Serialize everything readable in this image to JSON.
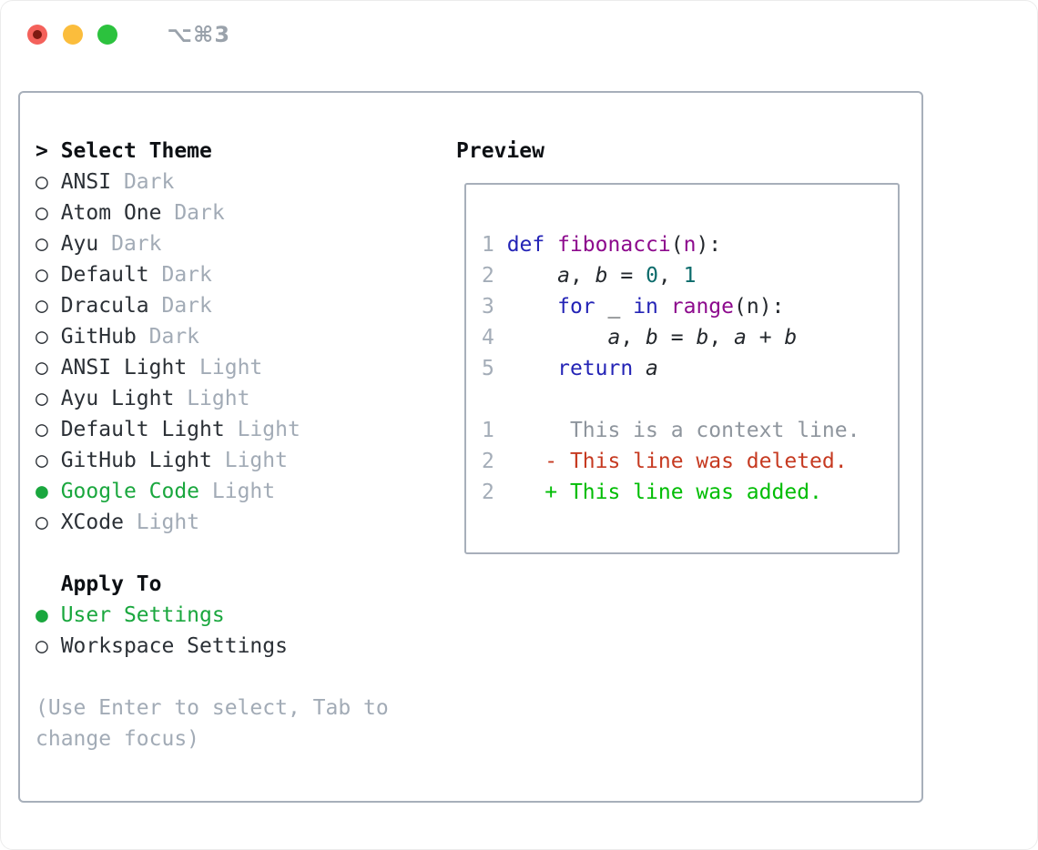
{
  "window": {
    "title": "⌥⌘3"
  },
  "theme_list": {
    "header_prefix": "> ",
    "header": "Select Theme",
    "marker_selected": "●",
    "marker_unselected": "○",
    "items": [
      {
        "name": "ANSI",
        "variant": "Dark",
        "selected": false
      },
      {
        "name": "Atom One",
        "variant": "Dark",
        "selected": false
      },
      {
        "name": "Ayu",
        "variant": "Dark",
        "selected": false
      },
      {
        "name": "Default",
        "variant": "Dark",
        "selected": false
      },
      {
        "name": "Dracula",
        "variant": "Dark",
        "selected": false
      },
      {
        "name": "GitHub",
        "variant": "Dark",
        "selected": false
      },
      {
        "name": "ANSI Light",
        "variant": "Light",
        "selected": false
      },
      {
        "name": "Ayu Light",
        "variant": "Light",
        "selected": false
      },
      {
        "name": "Default Light",
        "variant": "Light",
        "selected": false
      },
      {
        "name": "GitHub Light",
        "variant": "Light",
        "selected": false
      },
      {
        "name": "Google Code",
        "variant": "Light",
        "selected": true
      },
      {
        "name": "XCode",
        "variant": "Light",
        "selected": false
      }
    ]
  },
  "apply_to": {
    "header_prefix": "  ",
    "header": "Apply To",
    "items": [
      {
        "name": "User Settings",
        "selected": true
      },
      {
        "name": "Workspace Settings",
        "selected": false
      }
    ]
  },
  "help": [
    "(Use Enter to select, Tab to",
    "change focus)"
  ],
  "preview": {
    "header": "Preview",
    "code_lines": [
      [
        [
          "lnum",
          "1 "
        ],
        [
          "kw",
          "def"
        ],
        [
          "pln",
          " "
        ],
        [
          "fn",
          "fibonacci"
        ],
        [
          "pln",
          "("
        ],
        [
          "fn",
          "n"
        ],
        [
          "pln",
          "):"
        ]
      ],
      [
        [
          "lnum",
          "2 "
        ],
        [
          "pln",
          "    "
        ],
        [
          "var",
          "a"
        ],
        [
          "pln",
          ", "
        ],
        [
          "var",
          "b"
        ],
        [
          "pln",
          " = "
        ],
        [
          "lit",
          "0"
        ],
        [
          "pln",
          ", "
        ],
        [
          "lit",
          "1"
        ]
      ],
      [
        [
          "lnum",
          "3 "
        ],
        [
          "pln",
          "    "
        ],
        [
          "kw",
          "for"
        ],
        [
          "pln",
          " _ "
        ],
        [
          "kw",
          "in"
        ],
        [
          "pln",
          " "
        ],
        [
          "fn",
          "range"
        ],
        [
          "pln",
          "(n):"
        ]
      ],
      [
        [
          "lnum",
          "4 "
        ],
        [
          "pln",
          "        "
        ],
        [
          "var",
          "a"
        ],
        [
          "pln",
          ", "
        ],
        [
          "var",
          "b"
        ],
        [
          "pln",
          " = "
        ],
        [
          "var",
          "b"
        ],
        [
          "pln",
          ", "
        ],
        [
          "var",
          "a"
        ],
        [
          "pln",
          " + "
        ],
        [
          "var",
          "b"
        ]
      ],
      [
        [
          "lnum",
          "5 "
        ],
        [
          "pln",
          "    "
        ],
        [
          "kw",
          "return"
        ],
        [
          "pln",
          " "
        ],
        [
          "var",
          "a"
        ]
      ]
    ],
    "diff_lines": [
      [
        [
          "lnum",
          "1 "
        ],
        [
          "ctx",
          "     This is a context line."
        ]
      ],
      [
        [
          "lnum",
          "2 "
        ],
        [
          "pln",
          "   "
        ],
        [
          "del",
          "- This line was deleted."
        ]
      ],
      [
        [
          "lnum",
          "2 "
        ],
        [
          "pln",
          "   "
        ],
        [
          "add",
          "+ This line was added."
        ]
      ]
    ]
  },
  "colors": {
    "close_button": "#f4615b",
    "close_dot": "#7e1a12",
    "minimize_button": "#fbbd3c",
    "zoom_button": "#2cc23e",
    "title_gray": "#9aa2ab",
    "border_gray": "#a7afba",
    "header_black": "#0d1014",
    "text_dark": "#2b3036",
    "muted_gray": "#a2abb6",
    "selected_green": "#1aa73e",
    "code_plain": "#24282d",
    "line_number_gray": "#a4adb8",
    "keyword_blue": "#2424b6",
    "function_purple": "#8d0a8d",
    "literal_teal": "#0b6b6b",
    "context_gray": "#8e959d",
    "deleted_red": "#c63a21",
    "added_green": "#00bd04"
  }
}
